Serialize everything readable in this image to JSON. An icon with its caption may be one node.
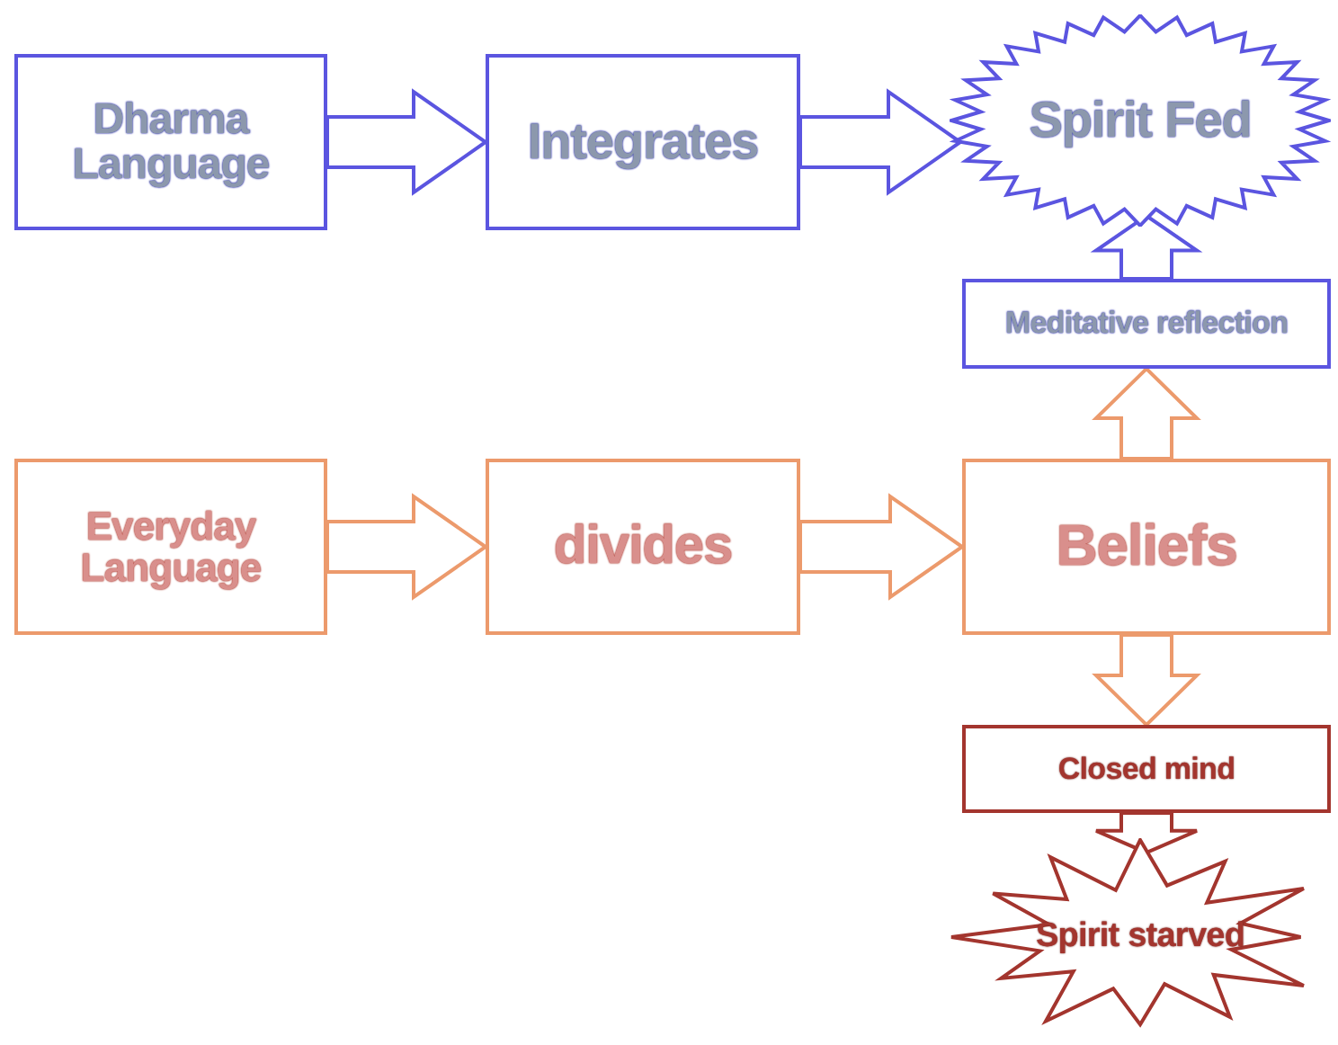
{
  "diagram": {
    "nodes": [
      {
        "text": [
          "Dharma Language"
        ]
      },
      {
        "text": [
          "Integrates"
        ]
      },
      {
        "text": [
          "Spirit Fed"
        ]
      },
      {
        "text": [
          "Meditative reflection"
        ]
      },
      {
        "text": [
          "Everyday Language"
        ]
      },
      {
        "text": [
          "divides"
        ]
      },
      {
        "text": [
          "Beliefs"
        ]
      },
      {
        "text": [
          "Closed mind"
        ]
      },
      {
        "text": [
          "Spirit starved"
        ]
      }
    ],
    "edges": [
      {
        "from": 0,
        "to": 1,
        "arrow": "to",
        "color": "#5b55e0"
      },
      {
        "from": 1,
        "to": 2,
        "arrow": "to",
        "color": "#5b55e0"
      },
      {
        "from": 3,
        "to": 2,
        "arrow": "to",
        "color": "#5b55e0"
      },
      {
        "from": 4,
        "to": 5,
        "arrow": "to"
      },
      {
        "from": 5,
        "to": 6,
        "arrow": "to"
      },
      {
        "from": 6,
        "to": 3,
        "arrow": "to"
      },
      {
        "from": 6,
        "to": 7,
        "arrow": "to"
      },
      {
        "from": 7,
        "to": 8,
        "arrow": "to",
        "color": "#a3352e"
      }
    ]
  }
}
